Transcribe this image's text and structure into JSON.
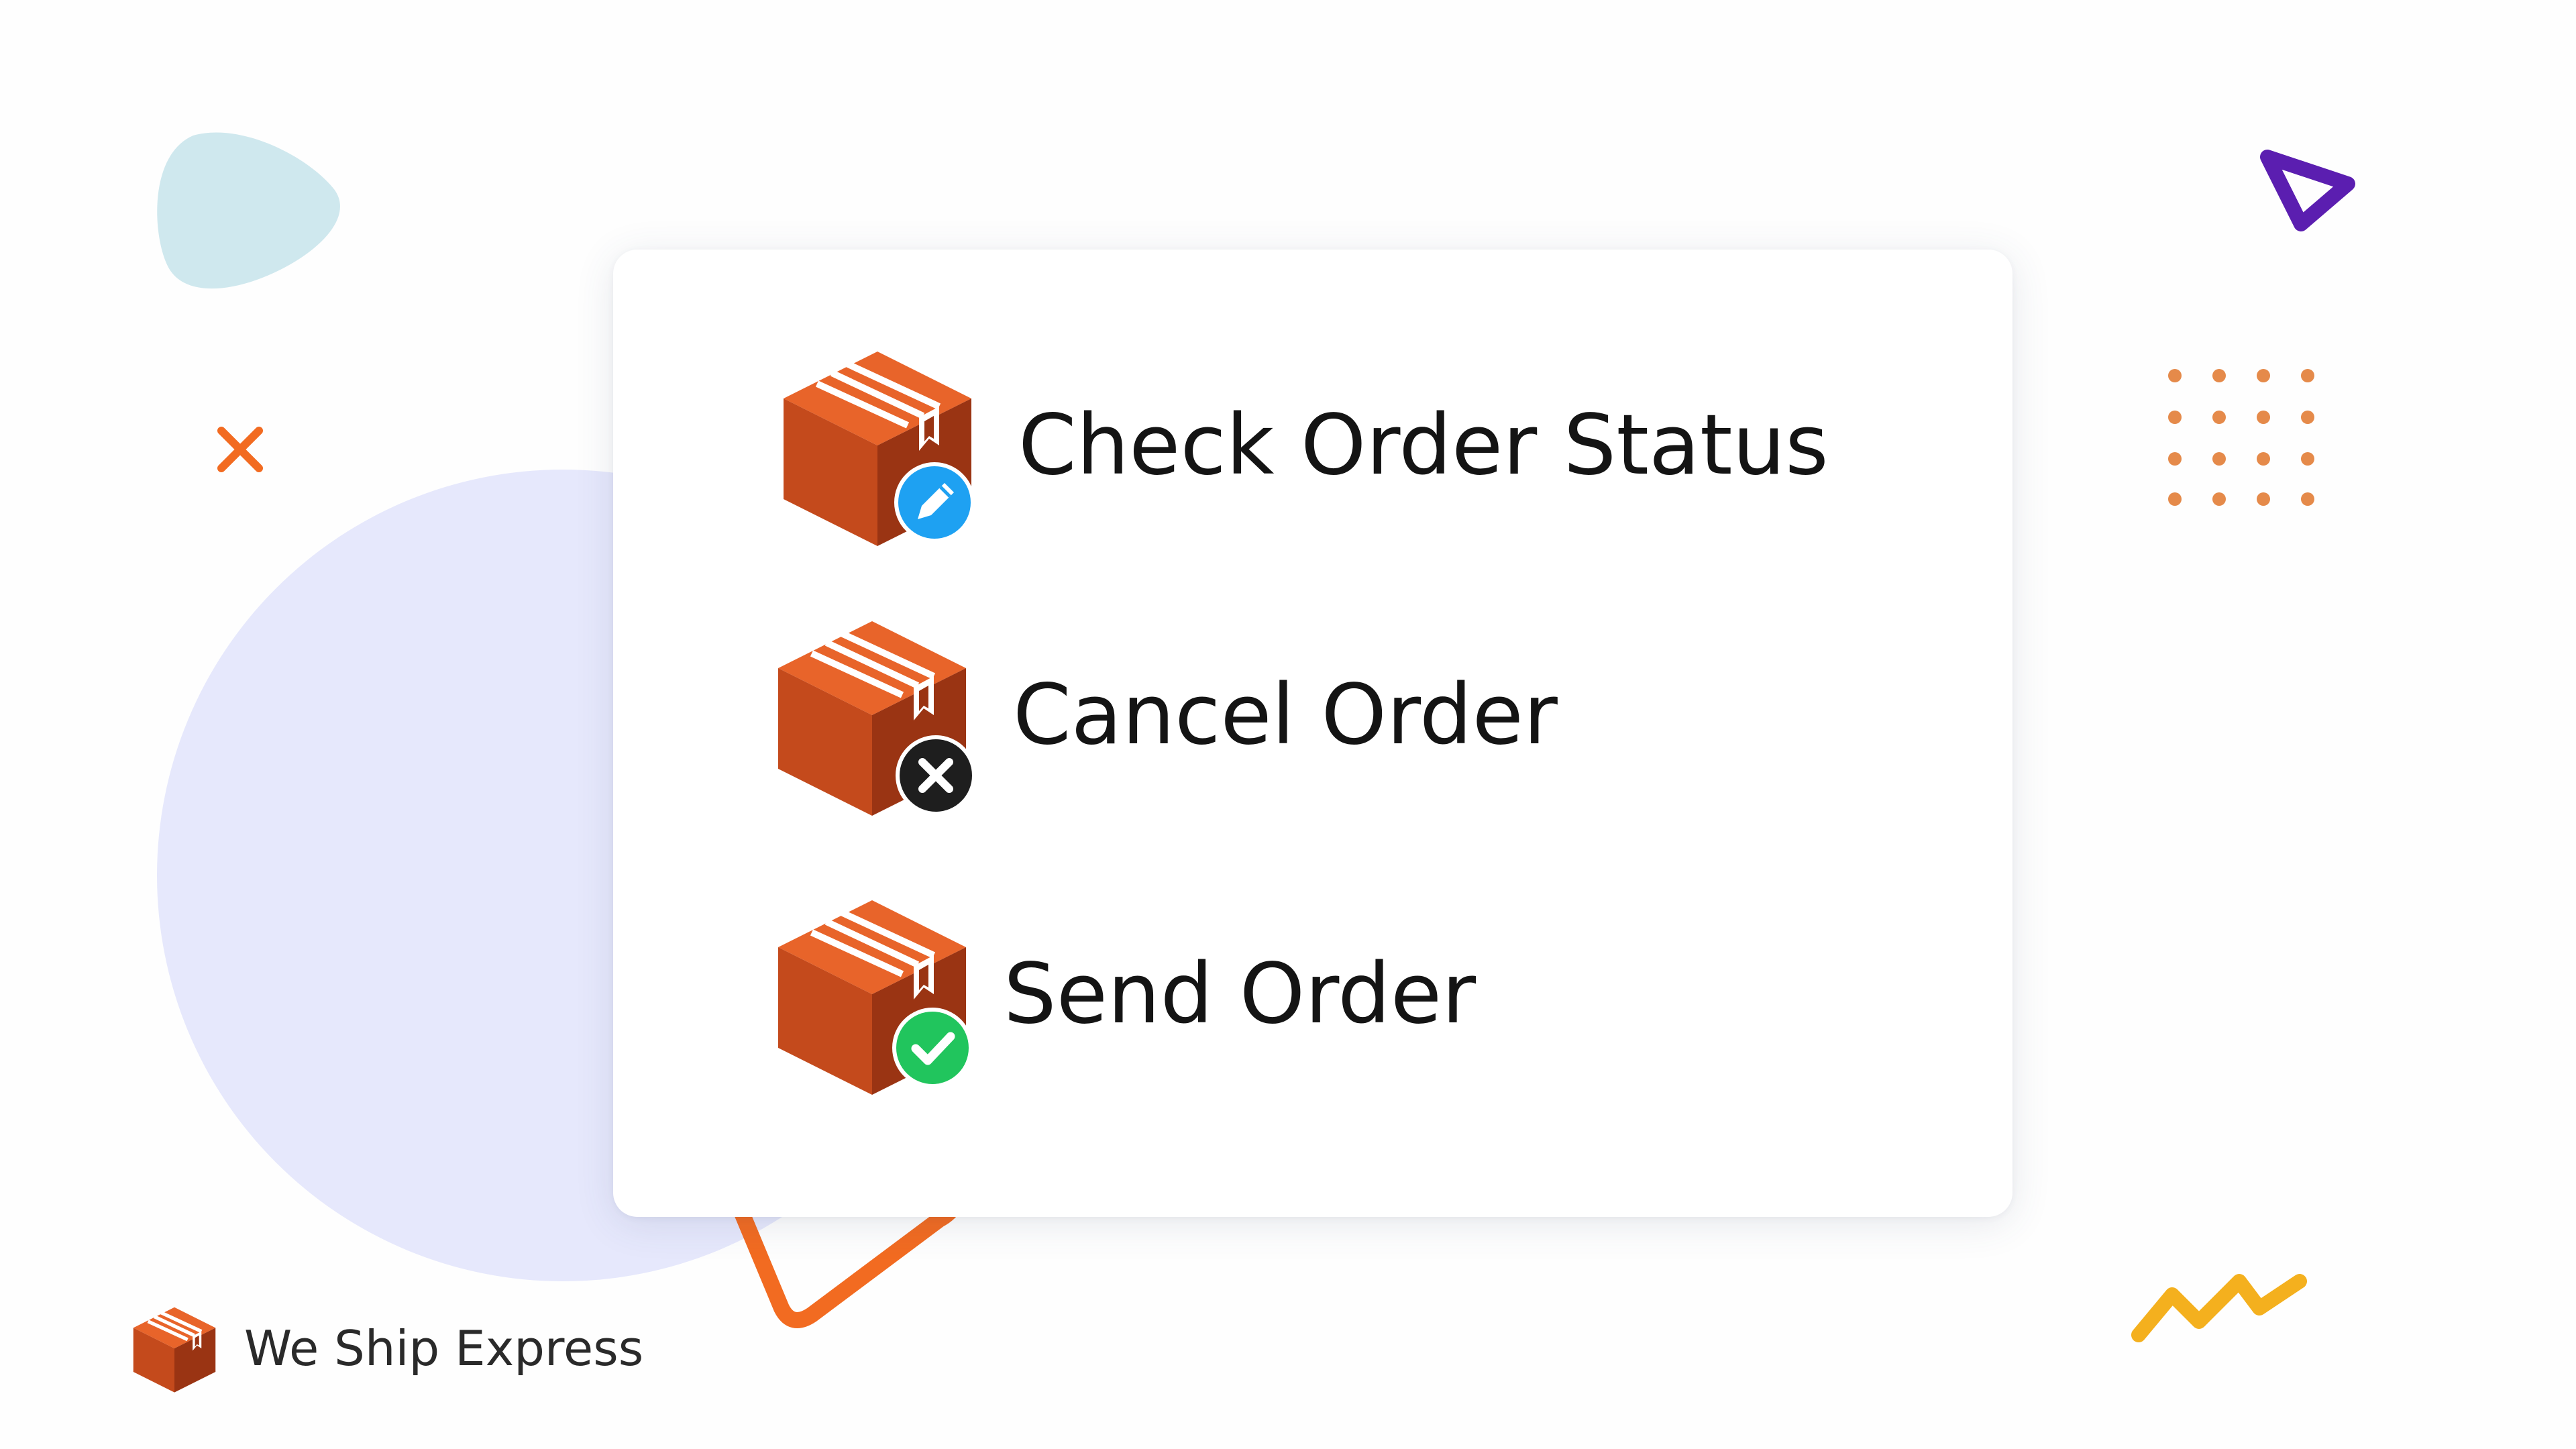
{
  "menu": {
    "items": [
      {
        "label": "Check Order Status",
        "badge_icon": "pencil-icon",
        "badge_color": "#1ea1f2"
      },
      {
        "label": "Cancel Order",
        "badge_icon": "close-icon",
        "badge_color": "#1e1e1e"
      },
      {
        "label": "Send Order",
        "badge_icon": "check-icon",
        "badge_color": "#21c55d"
      }
    ]
  },
  "brand": {
    "name": "We Ship Express",
    "icon": "package-box-icon"
  },
  "colors": {
    "box_top": "#e8642a",
    "box_front": "#c44a1c",
    "box_side": "#9a3413",
    "accent_orange": "#f26b21",
    "accent_purple": "#5b1eb0",
    "accent_yellow": "#f4b01e",
    "blob_teal": "#cfe8ee",
    "circle_lavender": "#e6e8fc"
  }
}
